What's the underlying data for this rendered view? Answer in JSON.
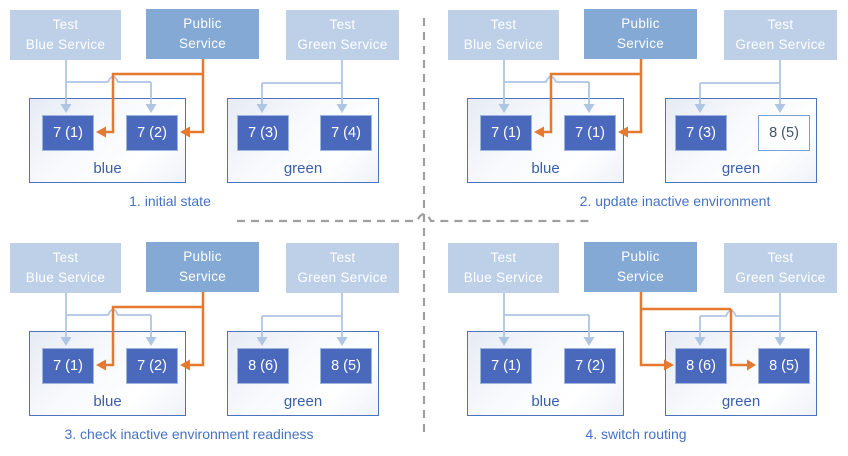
{
  "diagram": {
    "type": "blue-green-deployment-steps",
    "colors": {
      "test_service_fill": "#bdd0e8",
      "public_service_fill": "#84a9d4",
      "service_text": "#ffffff",
      "pod_fill": "#4a69bd",
      "pod_text": "#ffffff",
      "outlined_pod_border": "#7e9ed2",
      "outlined_pod_text": "#44546a",
      "environment_border": "#4a72bd",
      "environment_label_text": "#3a5fa8",
      "caption_text": "#4472c4",
      "test_route_arrow": "#aec5e4",
      "public_route_arrow": "#e4792f",
      "divider_dash": "#9f9f9f"
    }
  },
  "panels": [
    {
      "caption": "1. initial state",
      "services": [
        {
          "line1": "Test",
          "line2": "Blue Service"
        },
        {
          "line1": "Public",
          "line2": "Service"
        },
        {
          "line1": "Test",
          "line2": "Green Service"
        }
      ],
      "environments": [
        {
          "label": "blue",
          "pods": [
            {
              "text": "7 (1)",
              "style": "solid"
            },
            {
              "text": "7 (2)",
              "style": "solid"
            }
          ]
        },
        {
          "label": "green",
          "pods": [
            {
              "text": "7 (3)",
              "style": "solid"
            },
            {
              "text": "7 (4)",
              "style": "solid"
            }
          ]
        }
      ]
    },
    {
      "caption": "2. update inactive environment",
      "services": [
        {
          "line1": "Test",
          "line2": "Blue Service"
        },
        {
          "line1": "Public",
          "line2": "Service"
        },
        {
          "line1": "Test",
          "line2": "Green Service"
        }
      ],
      "environments": [
        {
          "label": "blue",
          "pods": [
            {
              "text": "7 (1)",
              "style": "solid"
            },
            {
              "text": "7 (1)",
              "style": "solid"
            }
          ]
        },
        {
          "label": "green",
          "pods": [
            {
              "text": "7 (3)",
              "style": "solid"
            },
            {
              "text": "8 (5)",
              "style": "outlined"
            }
          ]
        }
      ]
    },
    {
      "caption": "3. check inactive environment readiness",
      "services": [
        {
          "line1": "Test",
          "line2": "Blue Service"
        },
        {
          "line1": "Public",
          "line2": "Service"
        },
        {
          "line1": "Test",
          "line2": "Green Service"
        }
      ],
      "environments": [
        {
          "label": "blue",
          "pods": [
            {
              "text": "7 (1)",
              "style": "solid"
            },
            {
              "text": "7 (2)",
              "style": "solid"
            }
          ]
        },
        {
          "label": "green",
          "pods": [
            {
              "text": "8 (6)",
              "style": "solid"
            },
            {
              "text": "8 (5)",
              "style": "solid"
            }
          ]
        }
      ]
    },
    {
      "caption": "4. switch routing",
      "services": [
        {
          "line1": "Test",
          "line2": "Blue Service"
        },
        {
          "line1": "Public",
          "line2": "Service"
        },
        {
          "line1": "Test",
          "line2": "Green Service"
        }
      ],
      "environments": [
        {
          "label": "blue",
          "pods": [
            {
              "text": "7 (1)",
              "style": "solid"
            },
            {
              "text": "7 (2)",
              "style": "solid"
            }
          ]
        },
        {
          "label": "green",
          "pods": [
            {
              "text": "8 (6)",
              "style": "solid"
            },
            {
              "text": "8 (5)",
              "style": "solid"
            }
          ]
        }
      ]
    }
  ]
}
